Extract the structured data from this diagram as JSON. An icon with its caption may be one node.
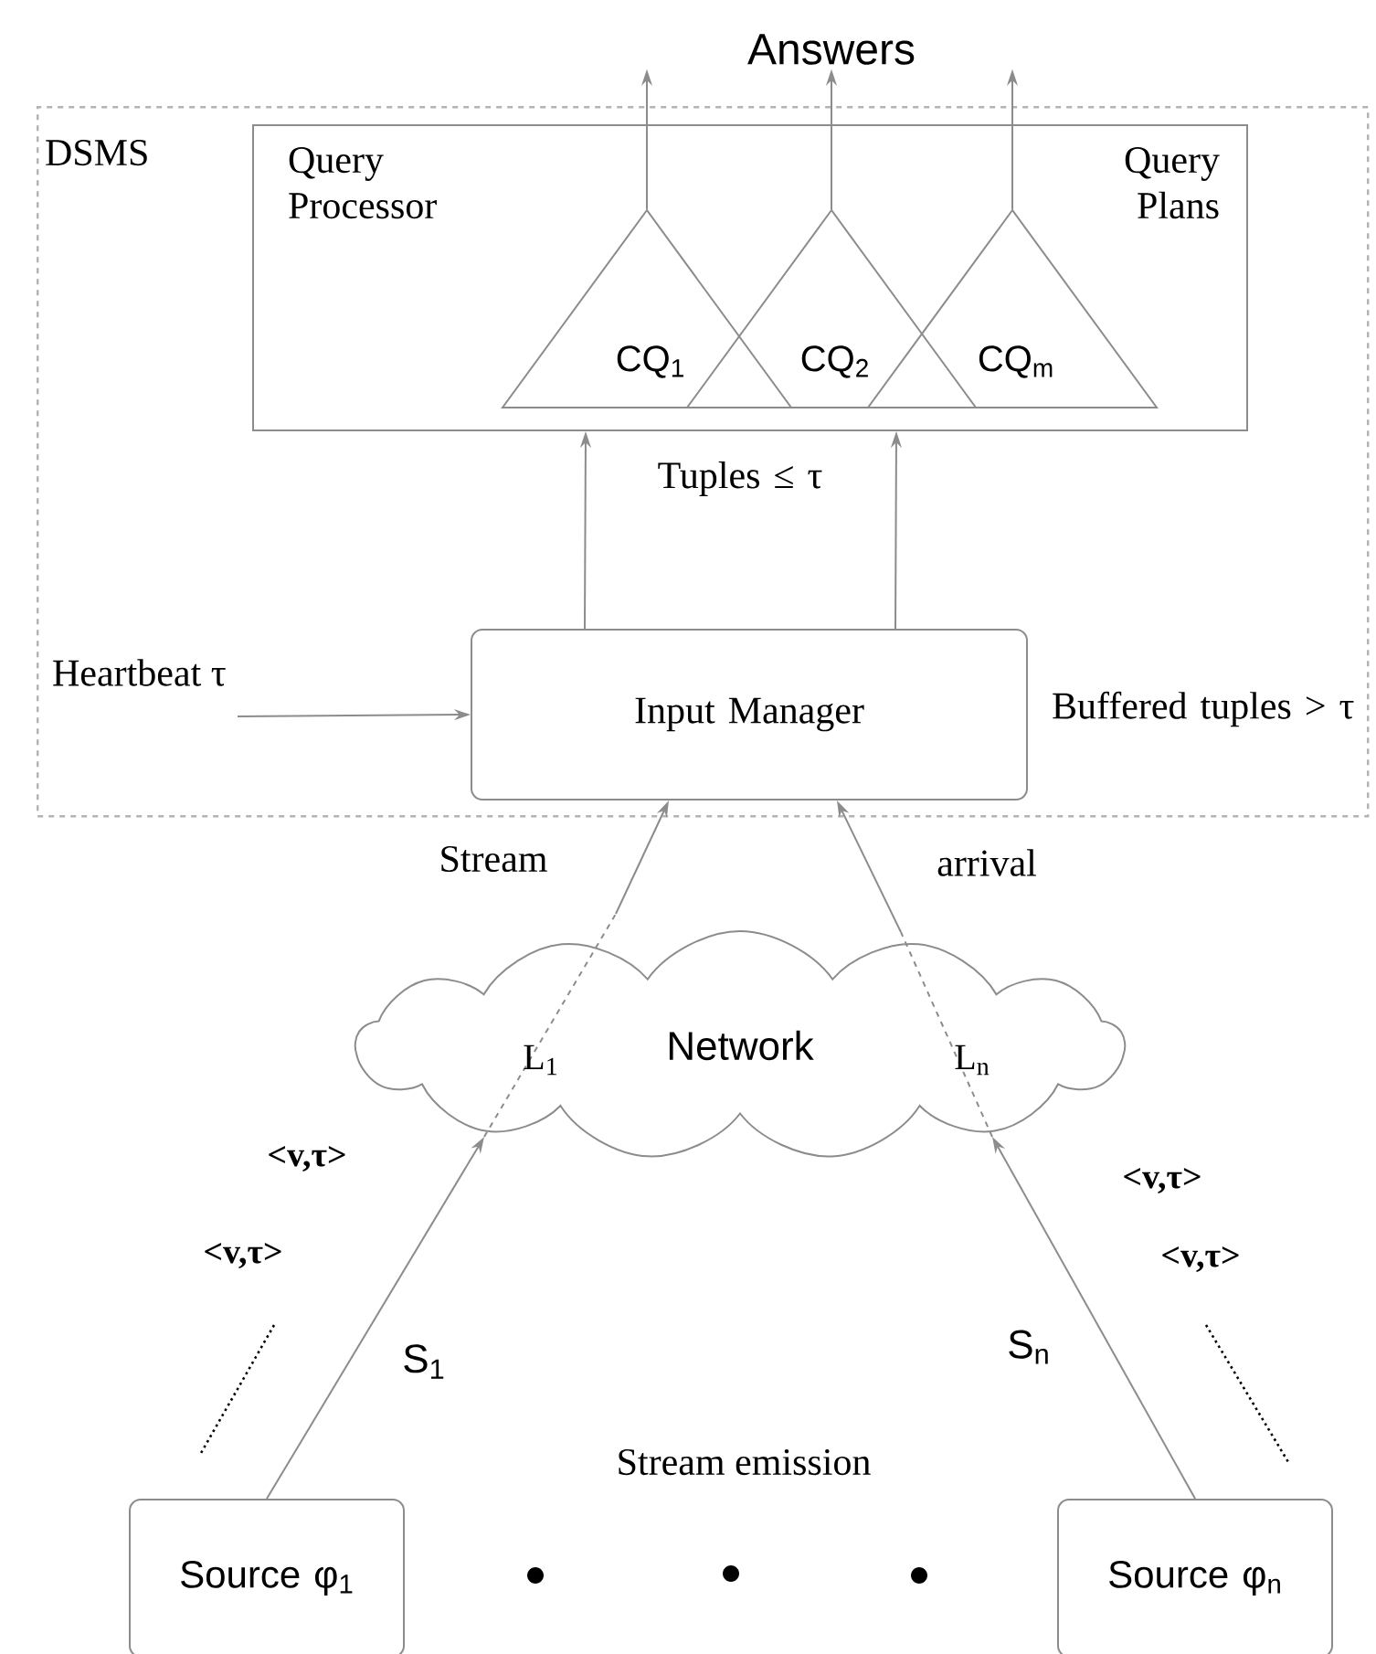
{
  "diagram": {
    "nodes": [
      {
        "text": [
          "DSMS"
        ]
      },
      {
        "text": [
          "Query Processor",
          "Query Plans"
        ],
        "in": 0
      },
      {
        "text": [
          "CQ$_{1}$"
        ],
        "in": 1
      },
      {
        "text": [
          "CQ$_{2}$"
        ],
        "in": 1
      },
      {
        "text": [
          "CQ$_{m}$"
        ],
        "in": 1
      },
      {
        "text": [
          "Input Manager"
        ],
        "in": 0,
        "beside": [
          "Buffered tuples > τ"
        ]
      },
      {
        "text": [
          "Network"
        ]
      },
      {
        "text": [
          "Source φ$_{1}$"
        ]
      },
      {
        "text": [
          "Source φ$_{n}$"
        ]
      },
      {
        "text": [
          "Answers"
        ]
      },
      {
        "text": [
          "Heartbeat  τ"
        ],
        "in": 0
      }
    ],
    "edges": [
      {
        "from": 2,
        "to": 9,
        "arrow": "to"
      },
      {
        "from": 3,
        "to": 9,
        "arrow": "to"
      },
      {
        "from": 4,
        "to": 9,
        "arrow": "to"
      },
      {
        "from": 5,
        "to": 1,
        "arrow": "to"
      },
      {
        "from": 5,
        "to": 1,
        "arrow": "to"
      },
      {
        "from": 10,
        "to": 5,
        "arrow": "to"
      },
      {
        "from": 7,
        "to": 6,
        "arrow": "to"
      },
      {
        "from": 6,
        "to": 5,
        "arrow": "to"
      },
      {
        "from": 8,
        "to": 6,
        "arrow": "to"
      },
      {
        "from": 6,
        "to": 5,
        "arrow": "to"
      }
    ],
    "labels": [
      "Tuples ≤ τ",
      "Stream",
      "arrival",
      "L$_{1}$",
      "L$_{n}$",
      "<v,τ>",
      "<v,τ>",
      "<v,τ>",
      "<v,τ>",
      "S$_{1}$",
      "S$_{n}$",
      "Stream emission"
    ]
  }
}
